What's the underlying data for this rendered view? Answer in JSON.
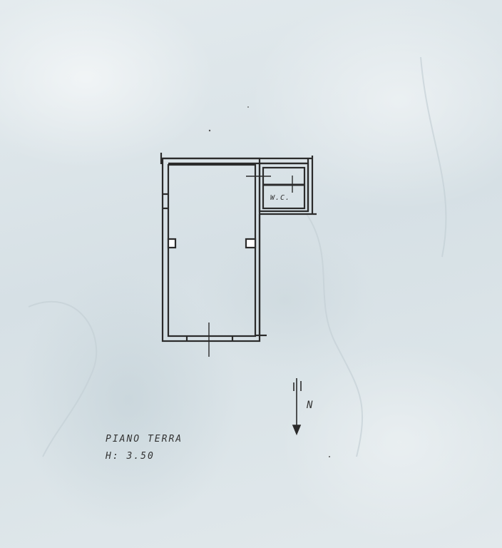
{
  "plan": {
    "wc_label": "W.C.",
    "floor_name": "PIANO TERRA",
    "height_label": "H: 3.50",
    "north_label": "N"
  },
  "colors": {
    "paper": "#dde5e9",
    "ink": "#2b2b2b"
  }
}
